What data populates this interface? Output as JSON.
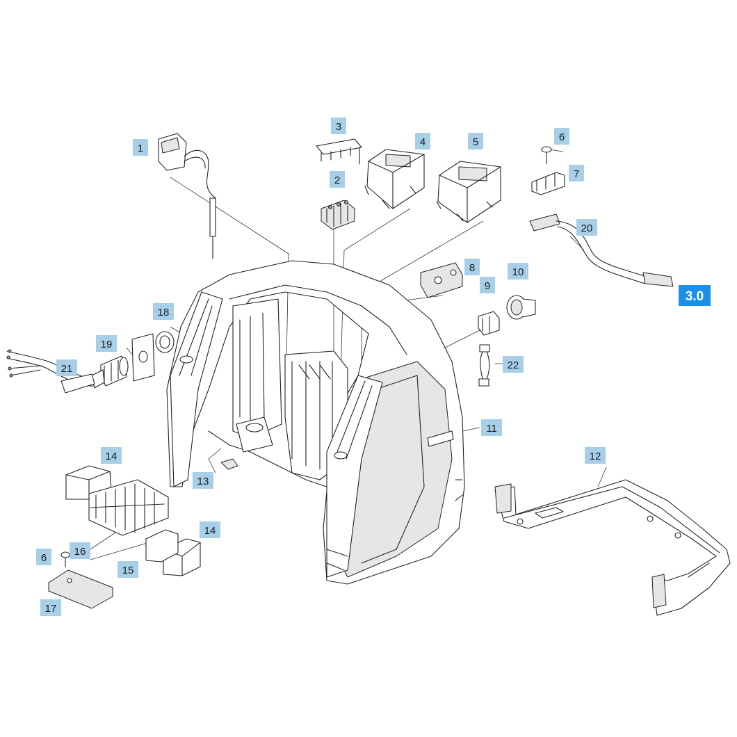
{
  "labels": [
    {
      "text": "1"
    },
    {
      "text": "2"
    },
    {
      "text": "3"
    },
    {
      "text": "4"
    },
    {
      "text": "5"
    },
    {
      "text": "6"
    },
    {
      "text": "7"
    },
    {
      "text": "8"
    },
    {
      "text": "9"
    },
    {
      "text": "10"
    },
    {
      "text": "11"
    },
    {
      "text": "12"
    },
    {
      "text": "13"
    },
    {
      "text": "14"
    },
    {
      "text": "14"
    },
    {
      "text": "15"
    },
    {
      "text": "16"
    },
    {
      "text": "6"
    },
    {
      "text": "17"
    },
    {
      "text": "18"
    },
    {
      "text": "19"
    },
    {
      "text": "20"
    },
    {
      "text": "21"
    },
    {
      "text": "22"
    }
  ],
  "reference_badge": {
    "text": "3.0",
    "color": "#1a8fe8"
  },
  "colors": {
    "callout_background": "#a8cfe8",
    "line_art": "#222222"
  }
}
